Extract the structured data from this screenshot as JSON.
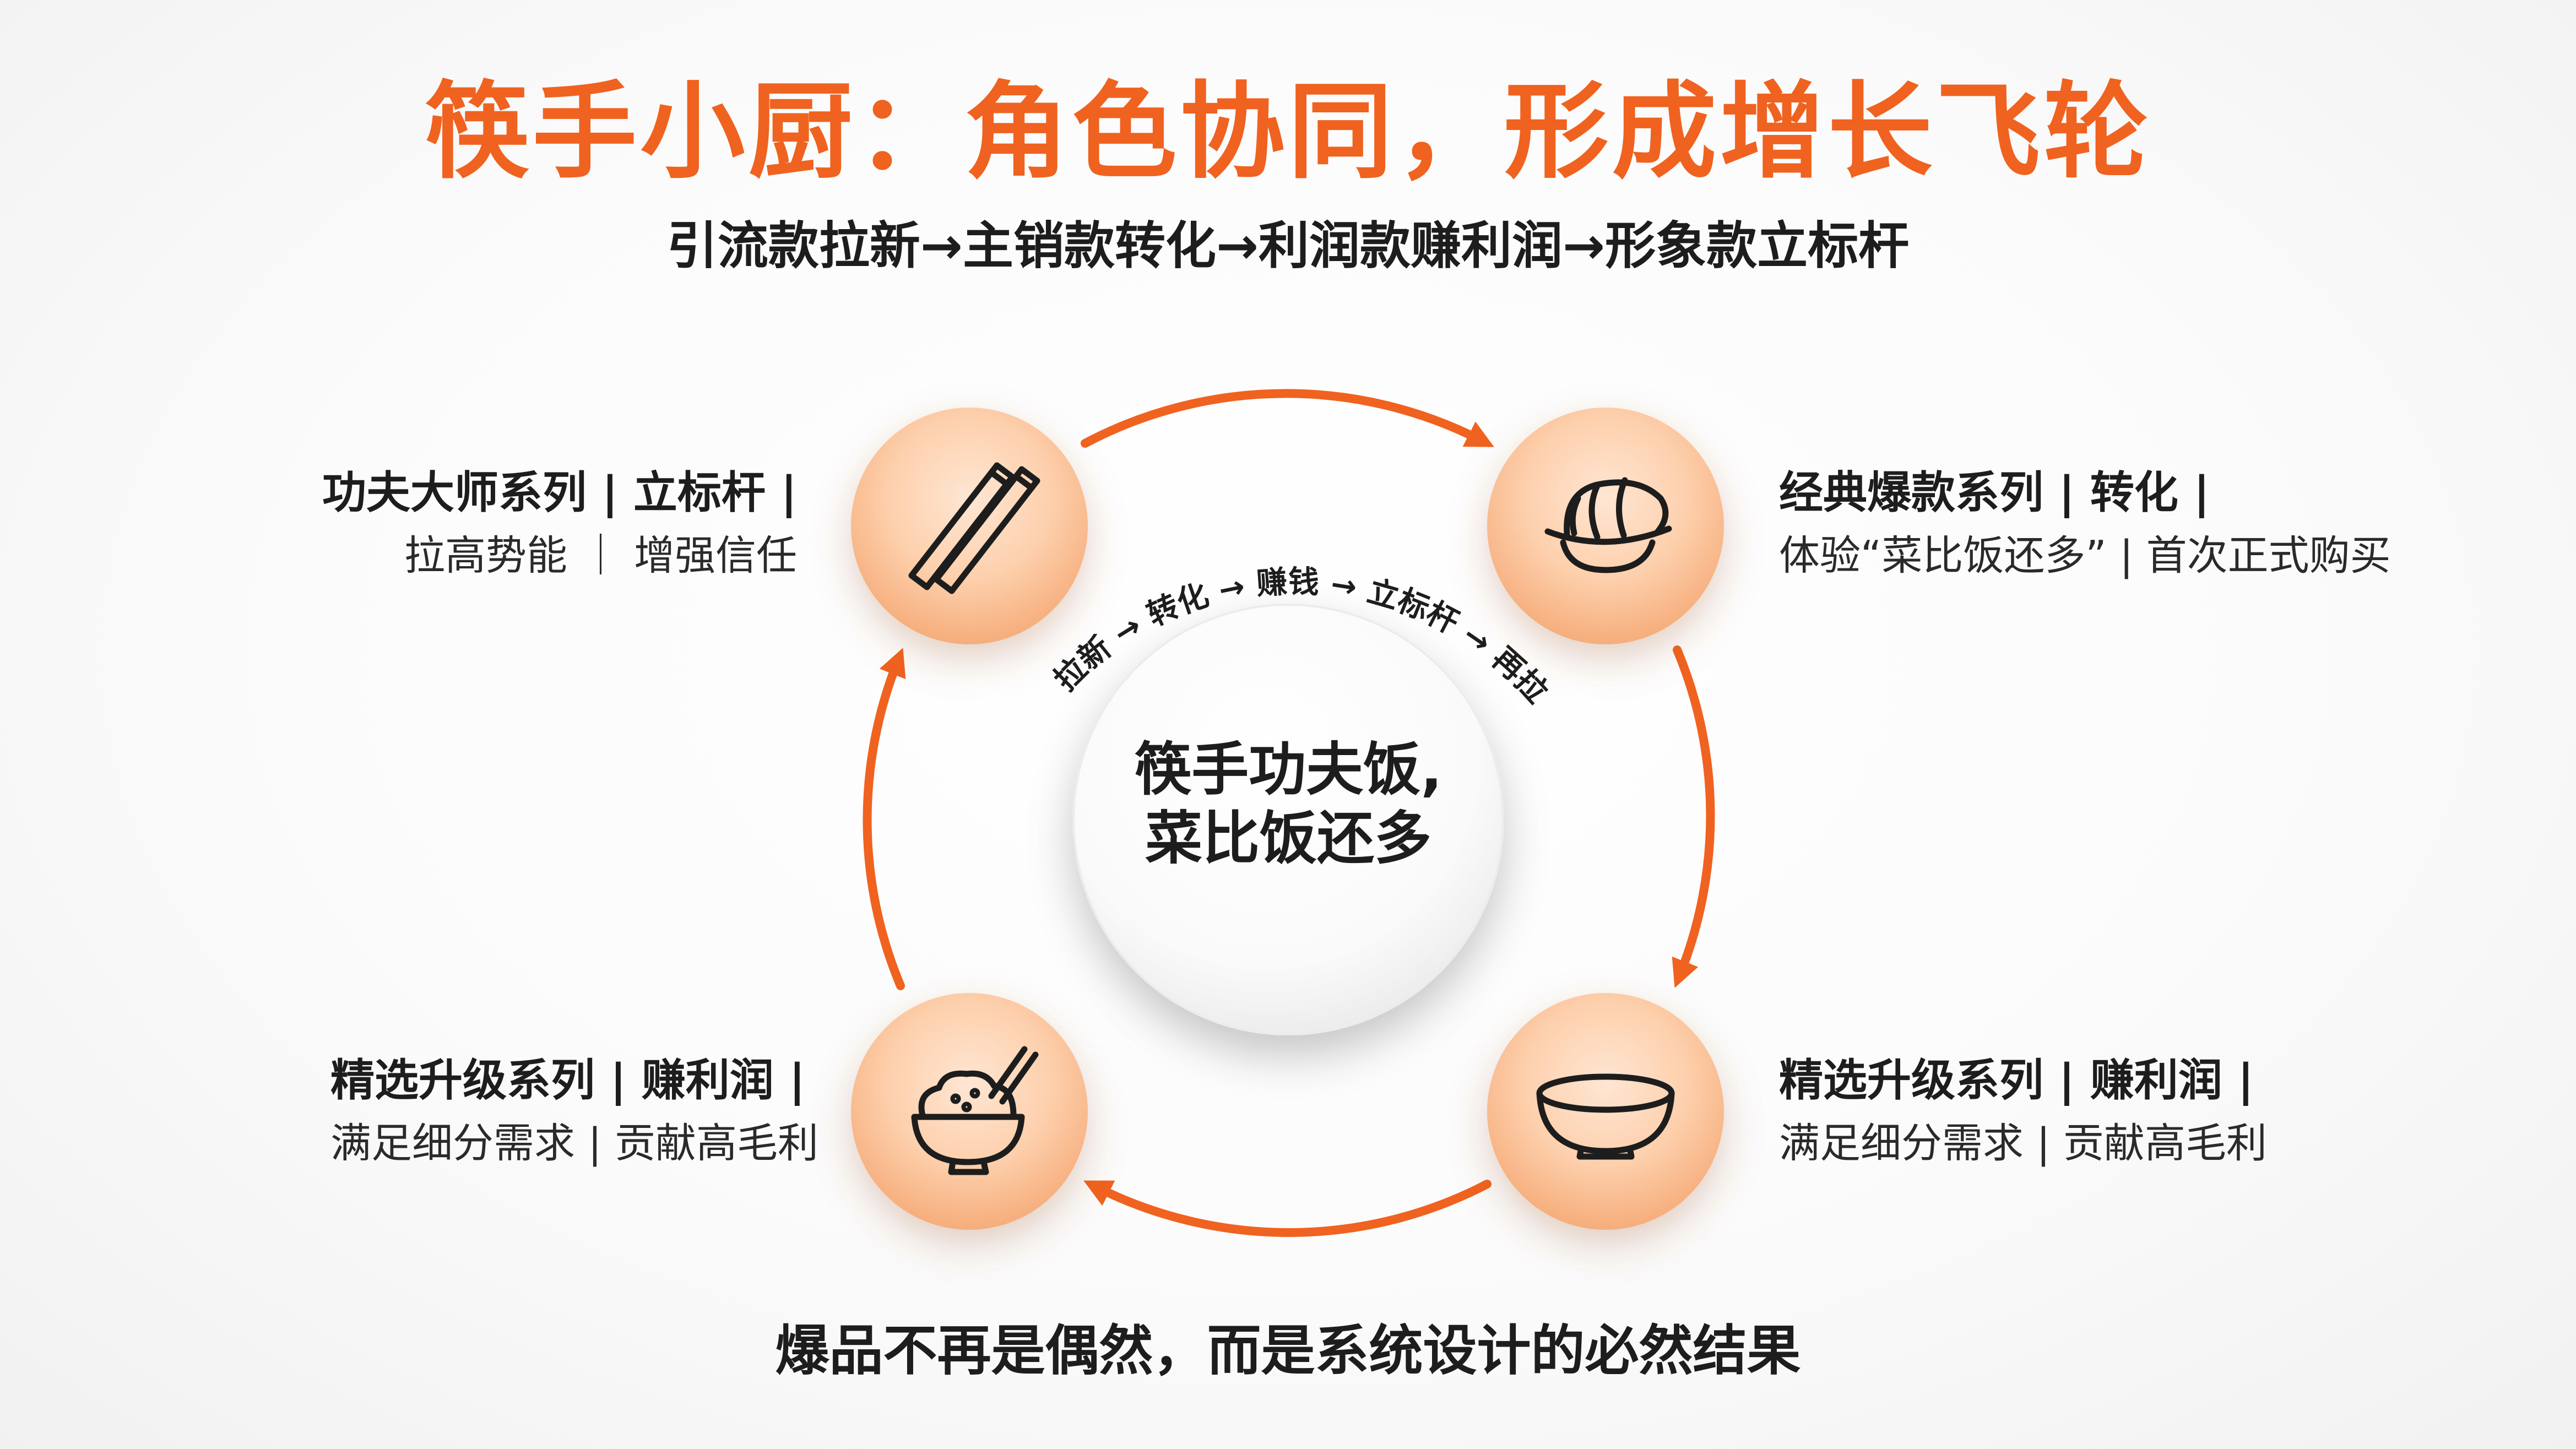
{
  "title": "筷手小厨：角色协同，形成增长飞轮",
  "subtitle": "引流款拉新→主销款转化→利润款赚利润→形象款立标杆",
  "center": {
    "line1": "筷手功夫饭,",
    "line2": "菜比饭还多"
  },
  "arc_text": "⬆ 拉新 → 转化 → 赚钱 → 立标杆 → 再拉新",
  "nodes": {
    "top_left": {
      "icon": "chopsticks-icon",
      "line1": "功夫大师系列 | 立标杆 |",
      "line2": "拉高势能 ｜ 增强信任"
    },
    "top_right": {
      "icon": "food-plate-icon",
      "line1": "经典爆款系列 | 转化 |",
      "line2": "体验“菜比饭还多” | 首次正式购买"
    },
    "bottom_left": {
      "icon": "rice-bowl-chopsticks-icon",
      "line1": "精选升级系列 | 赚利润 |",
      "line2": "满足细分需求 | 贡献高毛利"
    },
    "bottom_right": {
      "icon": "empty-bowl-icon",
      "line1": "精选升级系列 | 赚利润 |",
      "line2": "满足细分需求 | 贡献高毛利"
    }
  },
  "footer": "爆品不再是偶然，而是系统设计的必然结果",
  "colors": {
    "accent": "#f0621f",
    "node_fill": "#fbc9a1",
    "text": "#1d1d1d"
  }
}
